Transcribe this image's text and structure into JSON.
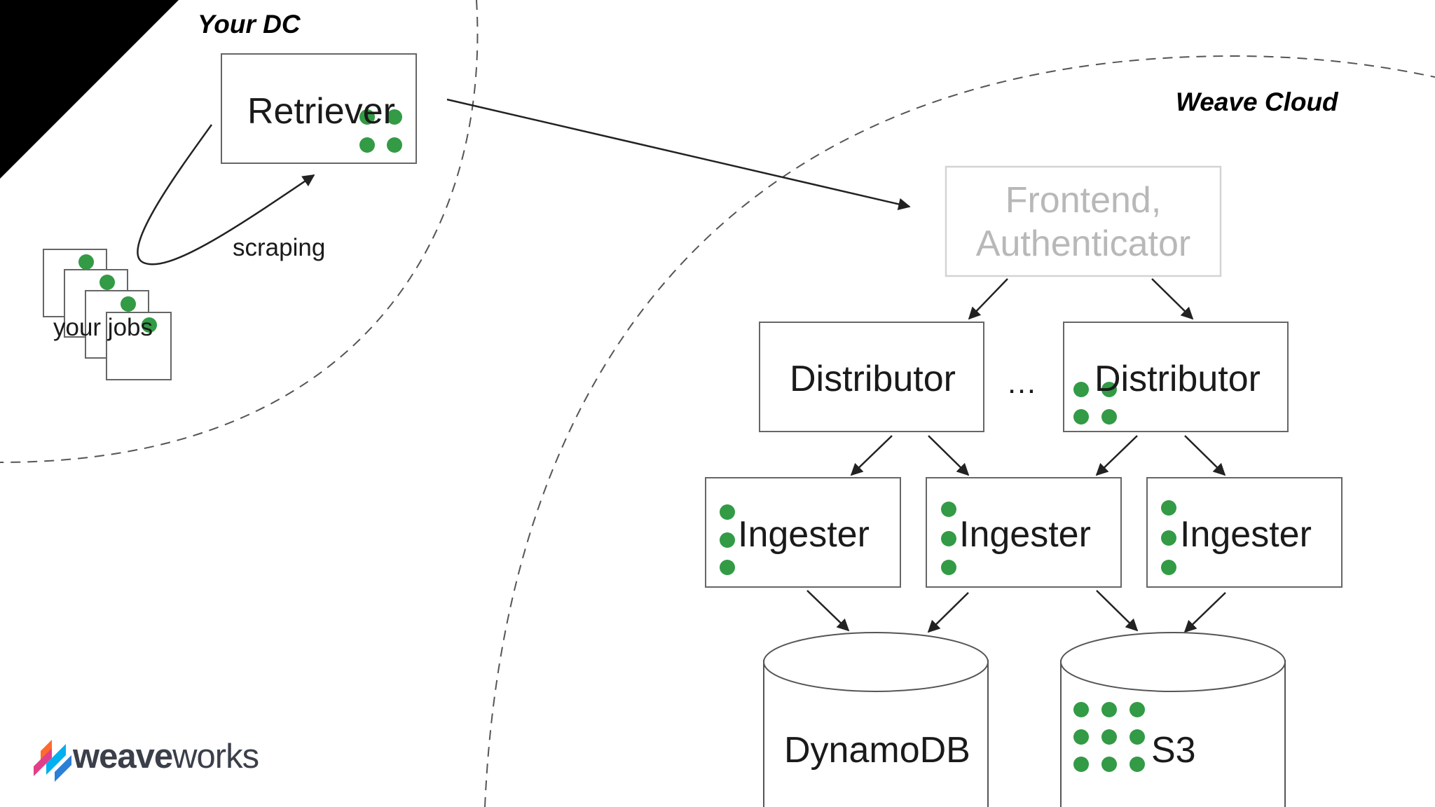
{
  "zones": {
    "your_dc": "Your DC",
    "weave_cloud": "Weave Cloud"
  },
  "nodes": {
    "retriever": "Retriever",
    "your_jobs": "your jobs",
    "scraping": "scraping",
    "frontend_line1": "Frontend,",
    "frontend_line2": "Authenticator",
    "distributor_a": "Distributor",
    "ellipsis": "…",
    "distributor_b": "Distributor",
    "ingester_a": "Ingester",
    "ingester_b": "Ingester",
    "ingester_c": "Ingester",
    "dynamodb": "DynamoDB",
    "s3": "S3"
  },
  "logo": {
    "brand_bold": "weave",
    "brand_light": "works"
  },
  "colors": {
    "dot_green": "#339a45",
    "faded_text": "#b8b8b8",
    "line": "#222222"
  }
}
